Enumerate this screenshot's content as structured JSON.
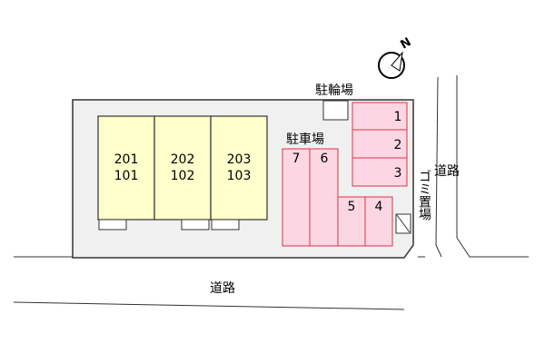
{
  "labels": {
    "bicycle_parking": "駐輪場",
    "car_parking": "駐車場",
    "road_east": "道路",
    "road_south": "道路",
    "garbage_area": "ゴミ置場",
    "north": "N"
  },
  "units": [
    {
      "upper": "201",
      "lower": "101"
    },
    {
      "upper": "202",
      "lower": "102"
    },
    {
      "upper": "203",
      "lower": "103"
    }
  ],
  "spaces": [
    "1",
    "2",
    "3",
    "4",
    "5",
    "6",
    "7"
  ],
  "colors": {
    "building_fill": "#ffffcc",
    "lot_fill": "#f0f0f0",
    "parking_fill": "#fcd7e3",
    "parking_stroke": "#e0304a",
    "outline": "#333333"
  },
  "icons": {
    "compass": "north-arrow-icon"
  }
}
